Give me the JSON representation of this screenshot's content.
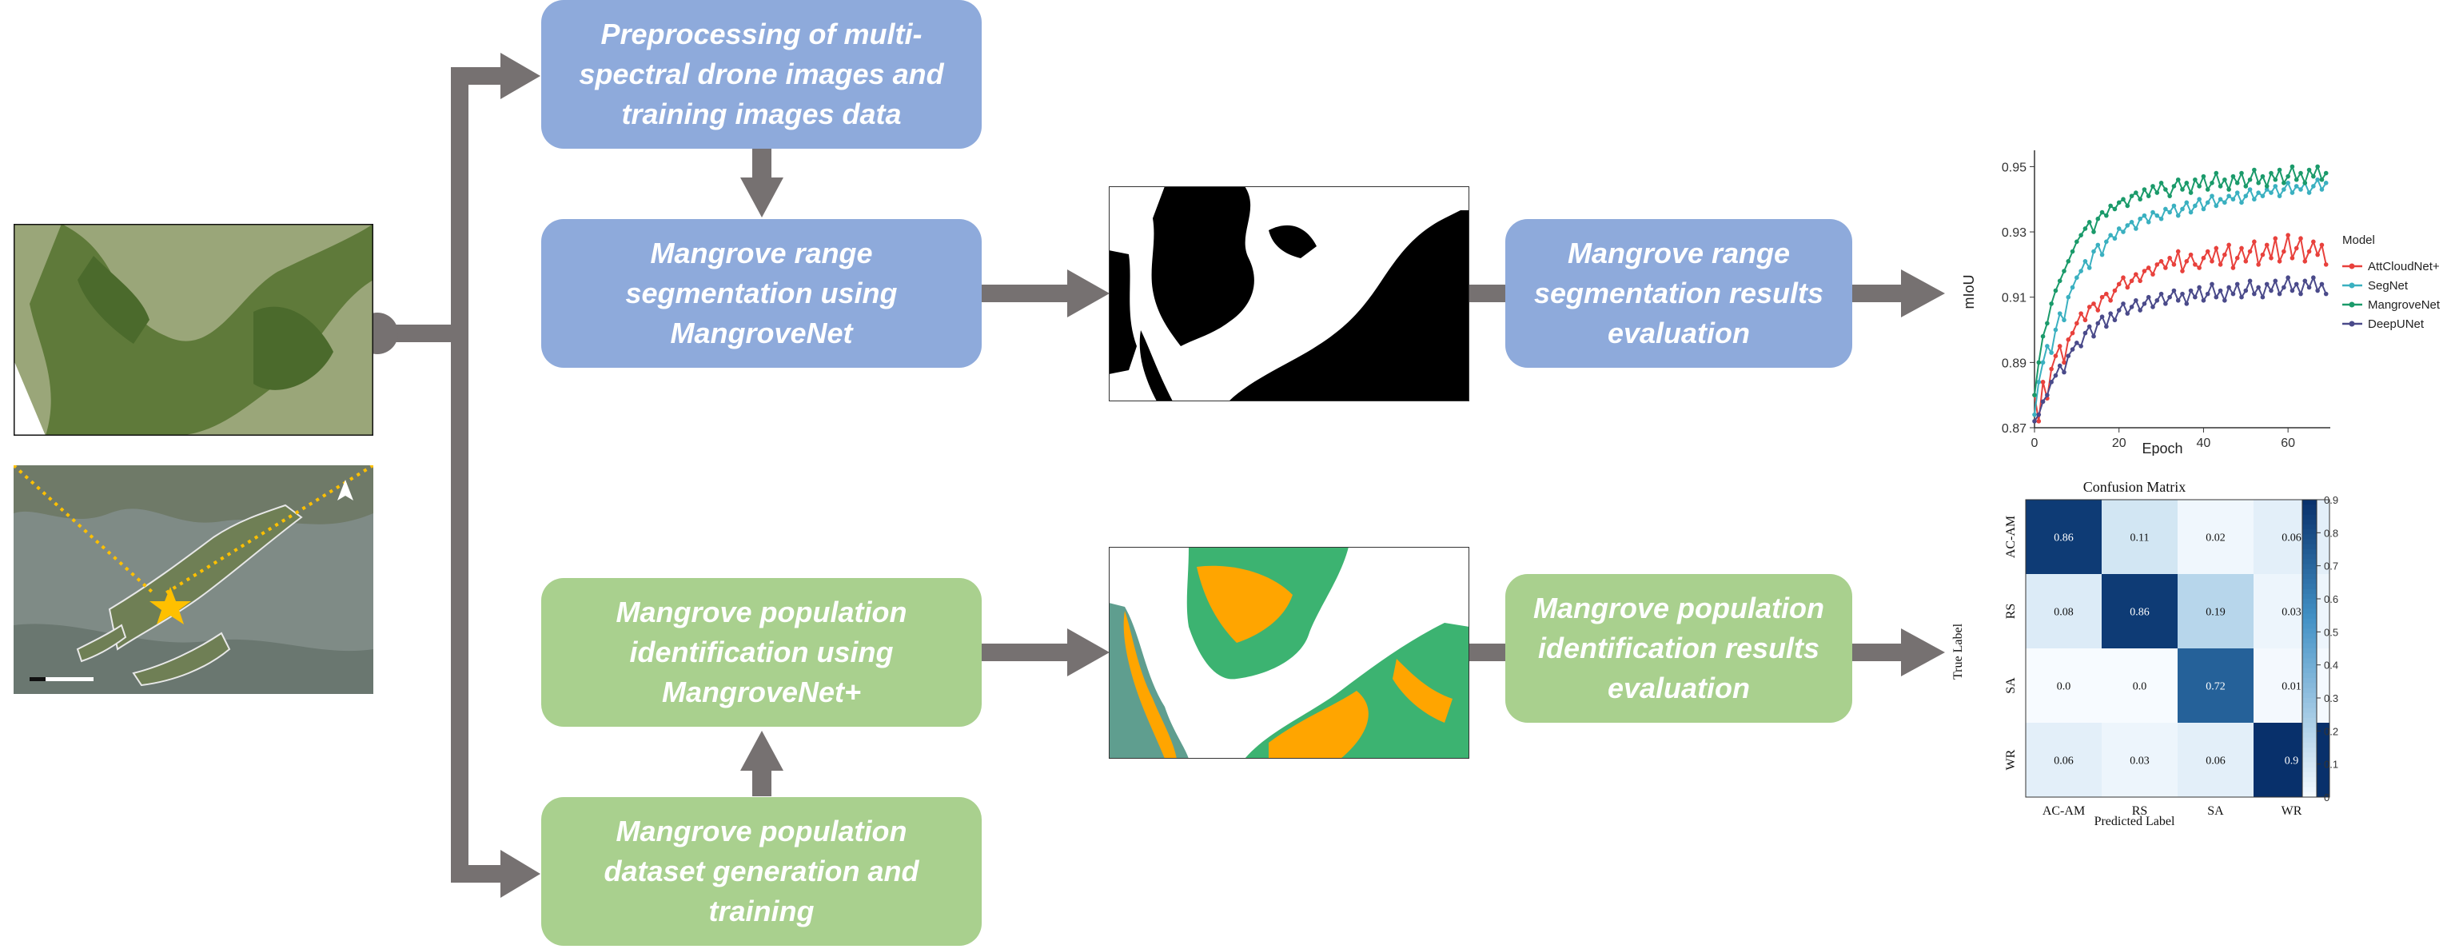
{
  "boxes": {
    "preprocess": "Preprocessing of multi-\nspectral drone images and\ntraining images data",
    "range_seg": "Mangrove range\nsegmentation using\nMangroveNet",
    "range_eval": "Mangrove range\nsegmentation results\nevaluation",
    "pop_id": "Mangrove population\nidentification using\nMangroveNet+",
    "pop_eval": "Mangrove population\nidentification results\nevaluation",
    "pop_dataset": "Mangrove population\ndataset generation and\ntraining"
  },
  "colors": {
    "blue_box": "#8eaadb",
    "green_box": "#a9d08e",
    "arrow": "#767171",
    "mangrove_green": "#3cb371",
    "orange": "#ffa500",
    "teal": "#5f9e8f"
  },
  "miom_chart": {
    "chart_data": {
      "type": "line",
      "xlabel": "Epoch",
      "ylabel": "mIoU",
      "xlim": [
        0,
        70
      ],
      "ylim": [
        0.87,
        0.955
      ],
      "x_ticks": [
        "0",
        "20",
        "40",
        "60"
      ],
      "y_ticks": [
        "0.87",
        "0.89",
        "0.91",
        "0.93",
        "0.95"
      ],
      "legend_title": "Model",
      "series": [
        {
          "name": "AttCloudNet+",
          "color": "#e8413c",
          "values": [
            0.88,
            0.872,
            0.884,
            0.879,
            0.888,
            0.892,
            0.895,
            0.89,
            0.897,
            0.899,
            0.902,
            0.905,
            0.903,
            0.907,
            0.908,
            0.906,
            0.91,
            0.911,
            0.909,
            0.912,
            0.914,
            0.916,
            0.913,
            0.915,
            0.917,
            0.915,
            0.918,
            0.919,
            0.917,
            0.92,
            0.921,
            0.919,
            0.922,
            0.92,
            0.924,
            0.918,
            0.921,
            0.923,
            0.92,
            0.919,
            0.922,
            0.924,
            0.921,
            0.925,
            0.92,
            0.923,
            0.926,
            0.919,
            0.922,
            0.925,
            0.921,
            0.924,
            0.927,
            0.92,
            0.923,
            0.926,
            0.922,
            0.928,
            0.921,
            0.924,
            0.929,
            0.922,
            0.925,
            0.928,
            0.921,
            0.924,
            0.927,
            0.923,
            0.926,
            0.92
          ]
        },
        {
          "name": "SegNet",
          "color": "#3ab0c0",
          "values": [
            0.874,
            0.884,
            0.89,
            0.895,
            0.893,
            0.9,
            0.905,
            0.903,
            0.91,
            0.913,
            0.916,
            0.918,
            0.921,
            0.919,
            0.924,
            0.926,
            0.923,
            0.927,
            0.929,
            0.928,
            0.931,
            0.93,
            0.932,
            0.933,
            0.931,
            0.934,
            0.935,
            0.933,
            0.936,
            0.935,
            0.934,
            0.937,
            0.936,
            0.938,
            0.935,
            0.937,
            0.939,
            0.936,
            0.938,
            0.94,
            0.937,
            0.939,
            0.941,
            0.938,
            0.94,
            0.939,
            0.941,
            0.94,
            0.942,
            0.939,
            0.941,
            0.943,
            0.94,
            0.942,
            0.941,
            0.943,
            0.942,
            0.944,
            0.941,
            0.943,
            0.945,
            0.942,
            0.944,
            0.943,
            0.945,
            0.942,
            0.944,
            0.946,
            0.943,
            0.945
          ]
        },
        {
          "name": "MangroveNet",
          "color": "#1a9a6a",
          "values": [
            0.88,
            0.89,
            0.898,
            0.902,
            0.908,
            0.912,
            0.915,
            0.918,
            0.921,
            0.924,
            0.927,
            0.929,
            0.931,
            0.933,
            0.93,
            0.934,
            0.936,
            0.935,
            0.938,
            0.937,
            0.939,
            0.94,
            0.938,
            0.941,
            0.942,
            0.94,
            0.943,
            0.941,
            0.944,
            0.942,
            0.945,
            0.943,
            0.941,
            0.944,
            0.946,
            0.943,
            0.945,
            0.942,
            0.946,
            0.944,
            0.947,
            0.943,
            0.945,
            0.948,
            0.944,
            0.946,
            0.943,
            0.947,
            0.945,
            0.948,
            0.944,
            0.946,
            0.949,
            0.945,
            0.947,
            0.944,
            0.948,
            0.946,
            0.949,
            0.945,
            0.947,
            0.95,
            0.946,
            0.948,
            0.945,
            0.949,
            0.947,
            0.95,
            0.946,
            0.948
          ]
        },
        {
          "name": "DeepUNet",
          "color": "#4a4a8a",
          "values": [
            0.872,
            0.874,
            0.878,
            0.88,
            0.884,
            0.886,
            0.889,
            0.887,
            0.892,
            0.894,
            0.896,
            0.895,
            0.899,
            0.901,
            0.898,
            0.902,
            0.904,
            0.901,
            0.905,
            0.903,
            0.906,
            0.908,
            0.905,
            0.907,
            0.909,
            0.906,
            0.908,
            0.91,
            0.907,
            0.909,
            0.911,
            0.908,
            0.91,
            0.912,
            0.909,
            0.911,
            0.908,
            0.912,
            0.91,
            0.913,
            0.909,
            0.911,
            0.914,
            0.91,
            0.912,
            0.909,
            0.913,
            0.911,
            0.914,
            0.91,
            0.912,
            0.915,
            0.911,
            0.913,
            0.91,
            0.914,
            0.912,
            0.915,
            0.911,
            0.913,
            0.916,
            0.912,
            0.914,
            0.911,
            0.915,
            0.913,
            0.916,
            0.912,
            0.914,
            0.911
          ]
        }
      ]
    }
  },
  "confusion": {
    "chart_data": {
      "type": "heatmap",
      "title": "Confusion Matrix",
      "xlabel": "Predicted Label",
      "ylabel": "True Label",
      "row_labels": [
        "AC-AM",
        "RS",
        "SA",
        "WR"
      ],
      "col_labels": [
        "AC-AM",
        "RS",
        "SA",
        "WR"
      ],
      "cells": [
        [
          "0.86",
          "0.11",
          "0.02",
          "0.06"
        ],
        [
          "0.08",
          "0.86",
          "0.19",
          "0.03"
        ],
        [
          "0.0",
          "0.0",
          "0.72",
          "0.01"
        ],
        [
          "0.06",
          "0.03",
          "0.06",
          "0.9"
        ]
      ],
      "values": [
        [
          0.86,
          0.11,
          0.02,
          0.06
        ],
        [
          0.08,
          0.86,
          0.19,
          0.03
        ],
        [
          0.0,
          0.0,
          0.72,
          0.01
        ],
        [
          0.06,
          0.03,
          0.06,
          0.9
        ]
      ],
      "colorbar_ticks": [
        "0",
        "0.1",
        "0.2",
        "0.3",
        "0.4",
        "0.5",
        "0.6",
        "0.7",
        "0.8",
        "0.9"
      ],
      "vmin": 0,
      "vmax": 0.9
    }
  }
}
